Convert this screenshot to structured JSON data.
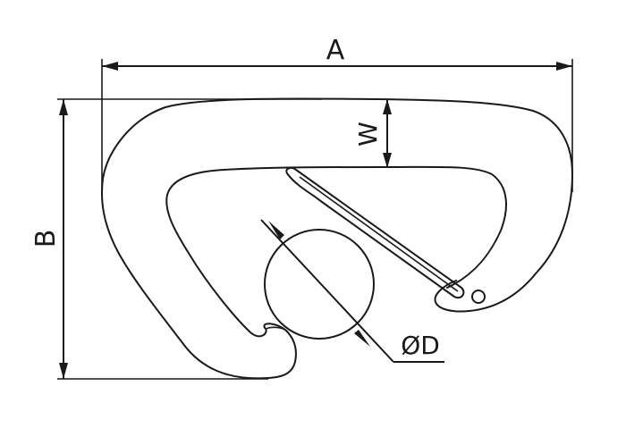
{
  "diagram": {
    "labels": {
      "a": "A",
      "b": "B",
      "w": "W",
      "d": "ØD"
    }
  }
}
